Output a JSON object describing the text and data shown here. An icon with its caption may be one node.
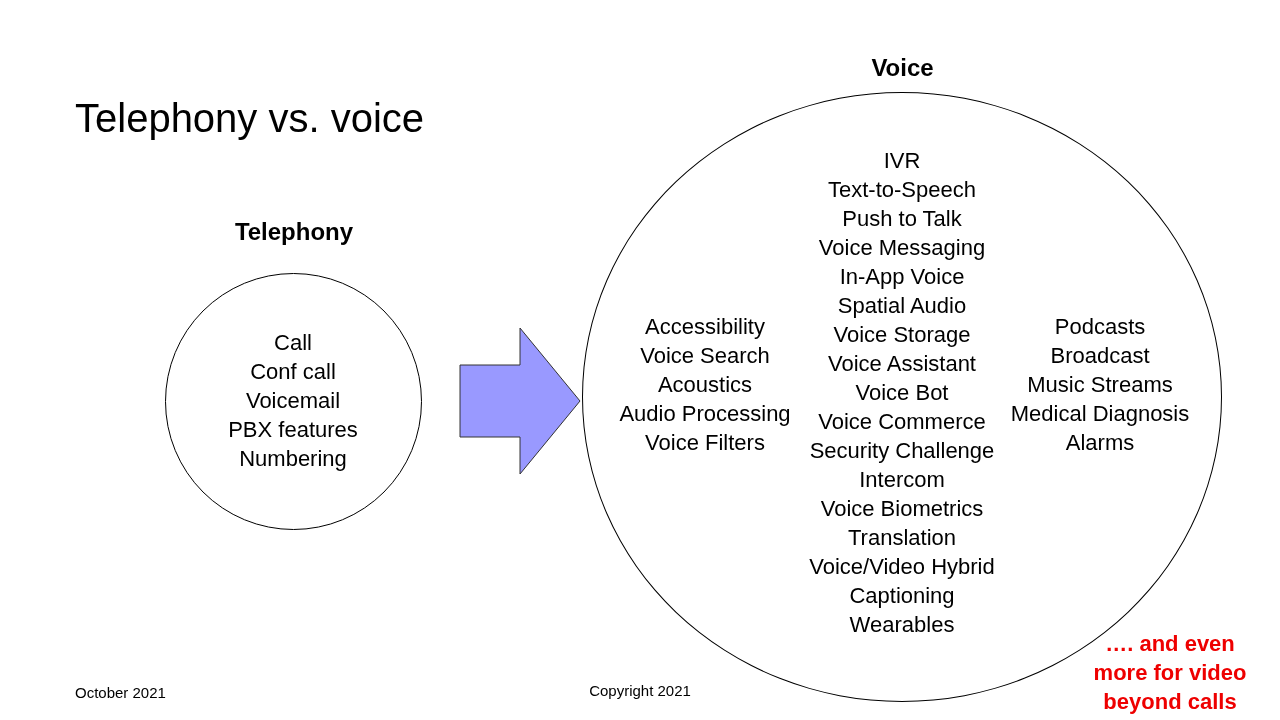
{
  "diagram": {
    "title": "Telephony vs. voice",
    "nodes": [
      {
        "text": [
          "Telephony",
          "Call",
          "Conf call",
          "Voicemail",
          "PBX features",
          "Numbering"
        ]
      },
      {
        "text": [
          "Voice",
          "IVR",
          "Text-to-Speech",
          "Push to Talk",
          "Voice Messaging",
          "In-App Voice",
          "Spatial Audio",
          "Voice Storage",
          "Voice Assistant",
          "Voice Bot",
          "Voice Commerce",
          "Security Challenge",
          "Intercom",
          "Voice Biometrics",
          "Translation",
          "Voice/Video Hybrid",
          "Captioning",
          "Wearables",
          "Accessibility",
          "Voice Search",
          "Acoustics",
          "Audio Processing",
          "Voice Filters",
          "Podcasts",
          "Broadcast",
          "Music Streams",
          "Medical Diagnosis",
          "Alarms"
        ]
      }
    ],
    "edges": [
      {
        "from": 0,
        "to": 1,
        "arrow": "to",
        "style": "thick",
        "color": "#9999ff"
      }
    ],
    "labels": [
      "October 2021",
      "Copyright 2021",
      "…. and even more for video beyond calls"
    ]
  }
}
